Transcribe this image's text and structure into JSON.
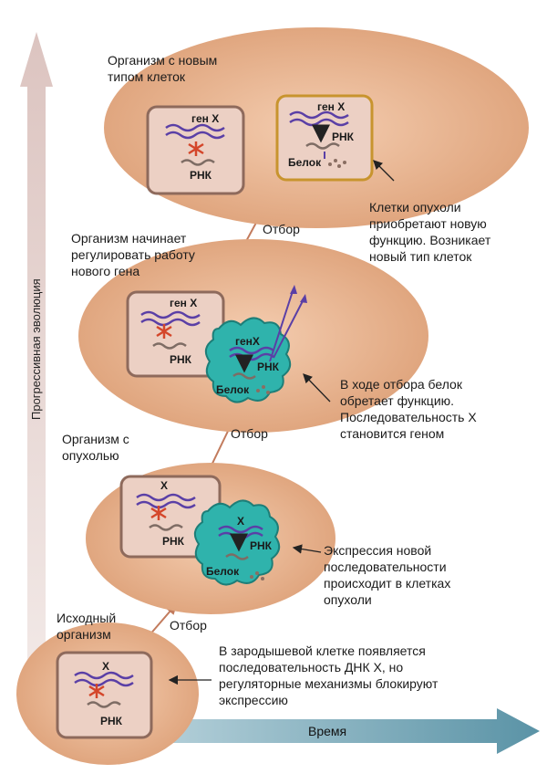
{
  "axes": {
    "vertical_label": "Прогрессивная эволюция",
    "horizontal_label": "Время"
  },
  "stages": [
    {
      "title_lines": [
        "Исходный",
        "организм"
      ],
      "cell": {
        "gene": "X",
        "rna": "РНК"
      },
      "note_lines": [
        "В зародышевой клетке появляется",
        "последовательность ДНК Х, но",
        "регуляторные механизмы блокируют",
        "экспрессию"
      ]
    },
    {
      "title_lines": [
        "Организм с",
        "опухолью"
      ],
      "cell": {
        "gene": "X",
        "rna": "РНК"
      },
      "tumor": {
        "gene": "X",
        "rna": "РНК",
        "protein": "Белок"
      },
      "note_lines": [
        "Экспрессия новой",
        "последовательности",
        "происходит в клетках",
        "опухоли"
      ]
    },
    {
      "title_lines": [
        "Организм начинает",
        "регулировать работу",
        "нового гена"
      ],
      "cell": {
        "gene": "ген X",
        "rna": "РНК"
      },
      "tumor": {
        "gene": "генX",
        "rna": "РНК",
        "protein": "Белок"
      },
      "note_lines": [
        "В ходе отбора белок",
        "обретает функцию.",
        "Последовательность Х",
        "становится геном"
      ]
    },
    {
      "title_lines": [
        "Организм с новым",
        "типом клеток"
      ],
      "cell": {
        "gene": "ген X",
        "rna": "РНК"
      },
      "newcell": {
        "gene": "ген X",
        "rna": "РНК",
        "protein": "Белок"
      },
      "note_lines": [
        "Клетки опухоли",
        "приобретают новую",
        "функцию. Возникает",
        "новый тип клеток"
      ]
    }
  ],
  "selection_labels": [
    "Отбор",
    "Отбор",
    "Отбор"
  ],
  "colors": {
    "organism": "#e7b48f",
    "cell_fill": "#ecd0c4",
    "cell_border": "#8e6a5c",
    "tumor": "#2fb3ac",
    "new_cell_border": "#c8942e",
    "dna": "#5a3fa6",
    "repressor": "#d4462a",
    "axis_up": "#e9d6d2",
    "axis_right": "#6a9fb0"
  }
}
